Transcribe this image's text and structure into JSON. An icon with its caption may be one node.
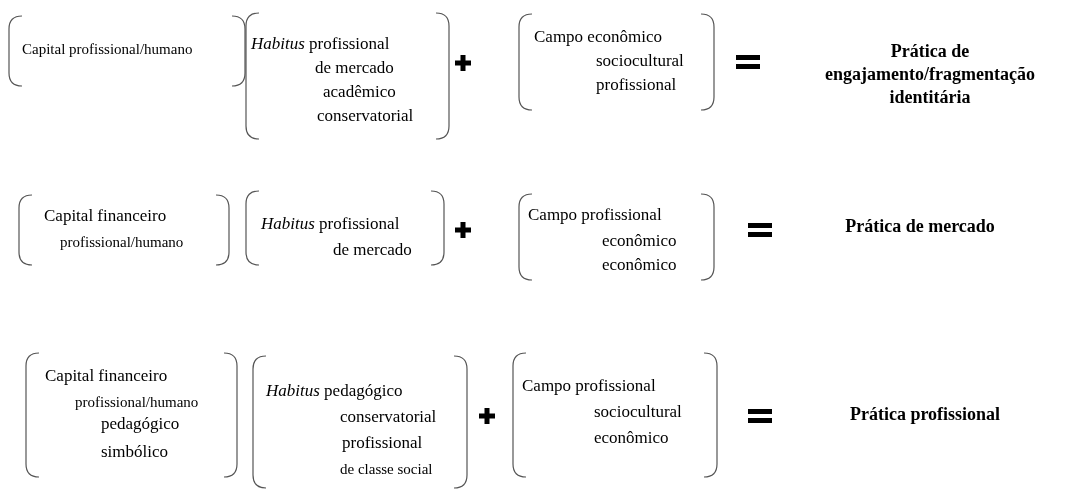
{
  "diagram": {
    "nodes": [
      {
        "text": [
          "Capital profissional/humano"
        ]
      },
      {
        "text": [
          "*Habitus* profissional",
          "de mercado",
          "acadêmico",
          "conservatorial"
        ]
      },
      {
        "text": [
          "Campo econômico",
          "sociocultural",
          "profissional"
        ]
      },
      {
        "text": [
          "Capital financeiro",
          "profissional/humano"
        ]
      },
      {
        "text": [
          "*Habitus* profissional",
          "de mercado"
        ]
      },
      {
        "text": [
          "Campo profissional",
          "econômico",
          "econômico"
        ]
      },
      {
        "text": [
          "Capital financeiro",
          "profissional/humano",
          "pedagógico",
          "simbólico"
        ]
      },
      {
        "text": [
          "*Habitus* pedagógico",
          "conservatorial",
          "profissional",
          "de classe social"
        ]
      },
      {
        "text": [
          "Campo profissional",
          "sociocultural",
          "econômico"
        ]
      }
    ],
    "labels": [
      "Prática de engajamento/fragmentação identitária",
      "Prática de mercado",
      "Prática profissional"
    ]
  }
}
